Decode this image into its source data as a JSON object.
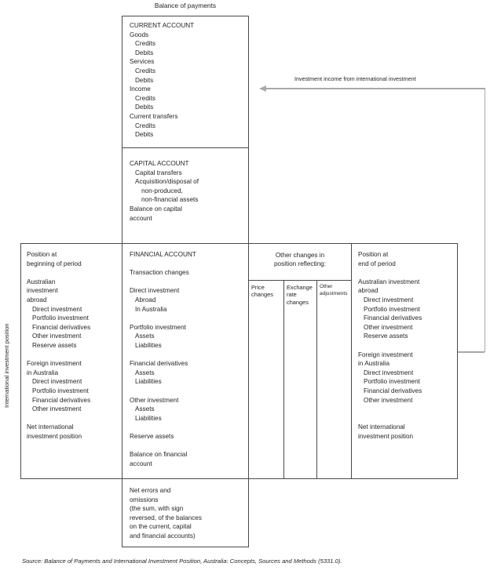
{
  "title": "Balance of payments",
  "side_label": "International investment position",
  "arrow_label": "Investment income from international investment",
  "source": "Source: Balance of Payments and International Investment Position, Australia: Concepts, Sources and Methods (5331.0).",
  "colors": {
    "line": "#4a4a4a",
    "text": "#231f1f",
    "arrow": "#a8a8a8"
  },
  "current_account": {
    "lines": [
      {
        "t": "CURRENT ACCOUNT",
        "i": 0
      },
      {
        "t": "Goods",
        "i": 0
      },
      {
        "t": "Credits",
        "i": 1
      },
      {
        "t": "Debits",
        "i": 1
      },
      {
        "t": "Services",
        "i": 0
      },
      {
        "t": "Credits",
        "i": 1
      },
      {
        "t": "Debits",
        "i": 1
      },
      {
        "t": "Income",
        "i": 0
      },
      {
        "t": "Credits",
        "i": 1
      },
      {
        "t": "Debits",
        "i": 1
      },
      {
        "t": "Current transfers",
        "i": 0
      },
      {
        "t": "Credits",
        "i": 1
      },
      {
        "t": "Debits",
        "i": 1
      }
    ]
  },
  "capital_account": {
    "lines": [
      {
        "t": "CAPITAL ACCOUNT",
        "i": 0
      },
      {
        "t": "Capital transfers",
        "i": 1
      },
      {
        "t": "Acquisition/disposal of",
        "i": 1
      },
      {
        "t": "non-produced,",
        "i": 2
      },
      {
        "t": "non-financial assets",
        "i": 2
      },
      {
        "t": "Balance on capital",
        "i": 0
      },
      {
        "t": "account",
        "i": 0
      }
    ]
  },
  "financial_account": {
    "lines": [
      {
        "t": "FINANCIAL ACCOUNT",
        "i": 0
      },
      {
        "t": "",
        "i": 0
      },
      {
        "t": "Transaction changes",
        "i": 0
      },
      {
        "t": "",
        "i": 0
      },
      {
        "t": "Direct investment",
        "i": 0
      },
      {
        "t": "Abroad",
        "i": 1
      },
      {
        "t": "In Australia",
        "i": 1
      },
      {
        "t": "",
        "i": 0
      },
      {
        "t": "Portfolio investment",
        "i": 0
      },
      {
        "t": "Assets",
        "i": 1
      },
      {
        "t": "Liabilities",
        "i": 1
      },
      {
        "t": "",
        "i": 0
      },
      {
        "t": "Financial derivatives",
        "i": 0
      },
      {
        "t": "Assets",
        "i": 1
      },
      {
        "t": "Liabilities",
        "i": 1
      },
      {
        "t": "",
        "i": 0
      },
      {
        "t": "Other investment",
        "i": 0
      },
      {
        "t": "Assets",
        "i": 1
      },
      {
        "t": "Liabilities",
        "i": 1
      },
      {
        "t": "",
        "i": 0
      },
      {
        "t": "Reserve assets",
        "i": 0
      },
      {
        "t": "",
        "i": 0
      },
      {
        "t": "Balance on financial",
        "i": 0
      },
      {
        "t": "account",
        "i": 0
      }
    ]
  },
  "position_beginning": {
    "lines": [
      {
        "t": "Position at",
        "i": 0
      },
      {
        "t": "beginning of period",
        "i": 0
      },
      {
        "t": "",
        "i": 0
      },
      {
        "t": "Australian",
        "i": 0
      },
      {
        "t": "investment",
        "i": 0
      },
      {
        "t": "abroad",
        "i": 0
      },
      {
        "t": "Direct investment",
        "i": 1
      },
      {
        "t": "Portfolio investment",
        "i": 1
      },
      {
        "t": "Financial derivatives",
        "i": 1
      },
      {
        "t": "Other investment",
        "i": 1
      },
      {
        "t": "Reserve assets",
        "i": 1
      },
      {
        "t": "",
        "i": 0
      },
      {
        "t": "Foreign investment",
        "i": 0
      },
      {
        "t": "in Australia",
        "i": 0
      },
      {
        "t": "Direct investment",
        "i": 1
      },
      {
        "t": "Portfolio investment",
        "i": 1
      },
      {
        "t": "Financial derivatives",
        "i": 1
      },
      {
        "t": "Other investment",
        "i": 1
      },
      {
        "t": "",
        "i": 0
      },
      {
        "t": "Net international",
        "i": 0
      },
      {
        "t": "investment position",
        "i": 0
      }
    ]
  },
  "other_changes": {
    "header_line1": "Other changes in",
    "header_line2": "position reflecting:",
    "columns": [
      "Price changes",
      "Exchange rate changes",
      "Other adjustments"
    ]
  },
  "position_end": {
    "lines": [
      {
        "t": "Position at",
        "i": 0
      },
      {
        "t": "end of period",
        "i": 0
      },
      {
        "t": "",
        "i": 0
      },
      {
        "t": "Australian investment",
        "i": 0
      },
      {
        "t": "abroad",
        "i": 0
      },
      {
        "t": "Direct investment",
        "i": 1
      },
      {
        "t": "Portfolio investment",
        "i": 1
      },
      {
        "t": "Financial derivatives",
        "i": 1
      },
      {
        "t": "Other investment",
        "i": 1
      },
      {
        "t": "Reserve assets",
        "i": 1
      },
      {
        "t": "",
        "i": 0
      },
      {
        "t": "Foreign investment",
        "i": 0
      },
      {
        "t": "in Australia",
        "i": 0
      },
      {
        "t": "Direct investment",
        "i": 1
      },
      {
        "t": "Portfolio investment",
        "i": 1
      },
      {
        "t": "Financial derivatives",
        "i": 1
      },
      {
        "t": "Other investment",
        "i": 1
      },
      {
        "t": "",
        "i": 0
      },
      {
        "t": "",
        "i": 0
      },
      {
        "t": "Net international",
        "i": 0
      },
      {
        "t": "investment position",
        "i": 0
      }
    ]
  },
  "net_errors": {
    "lines": [
      {
        "t": "Net errors and",
        "i": 0
      },
      {
        "t": "omissions",
        "i": 0
      },
      {
        "t": "(the sum, with sign",
        "i": 0
      },
      {
        "t": "reversed, of the balances",
        "i": 0
      },
      {
        "t": "on the current, capital",
        "i": 0
      },
      {
        "t": "and financial accounts)",
        "i": 0
      }
    ]
  }
}
